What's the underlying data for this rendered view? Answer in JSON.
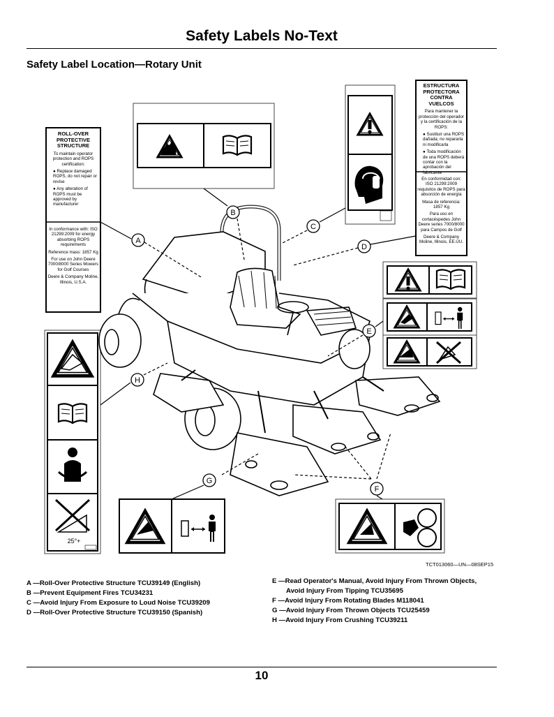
{
  "page": {
    "title": "Safety Labels No-Text",
    "subtitle": "Safety Label Location—Rotary Unit",
    "page_number": "10",
    "figure_id": "TCT013060—UN—08SEP15"
  },
  "callouts": [
    "A",
    "B",
    "C",
    "D",
    "E",
    "F",
    "G",
    "H"
  ],
  "label_a": {
    "title": "ROLL-OVER PROTECTIVE STRUCTURE",
    "intro": "To maintain operator protection and ROPS certification:",
    "bullet1": "● Replace damaged ROPS, do not repair or revise",
    "bullet2": "● Any alteration of ROPS must be approved by manufacturer",
    "conformance": "In conformance with: ISO 21299:2009 for energy absorbing ROPS requirements",
    "mass": "Reference mass: 1857 Kg",
    "use": "For use on John Deere 7000/8000 Series Mowers for Golf Courses",
    "company": "Deere & Company Moline, Illinois, U.S.A."
  },
  "label_d": {
    "title": "ESTRUCTURA PROTECTORA CONTRA VUELCOS",
    "intro": "Para mantener la protección del operador y la certificación de la ROPS:",
    "bullet1": "● Sustituir una ROPS dañada; no repararla ni modificarla",
    "bullet2": "● Toda modificación de una ROPS deberá contar con la aprobación del fabricante",
    "conformance": "En conformidad con: ISO 21299:2009 requisitos de ROPS para absorción de energía",
    "mass": "Masa de referencia: 1857 Kg",
    "use": "Para uso en cortacéspedes John Deere series 7000/8000 para Campos de Golf",
    "company": "Deere & Company Moline, Illinois, EE.UU."
  },
  "label_h_angle": "25°+",
  "legend_left": [
    "A —Roll-Over Protective Structure TCU39149 (English)",
    "B —Prevent Equipment Fires TCU34231",
    "C —Avoid Injury From Exposure to Loud Noise TCU39209",
    "D —Roll-Over Protective Structure TCU39150 (Spanish)"
  ],
  "legend_right": [
    "E —Read Operator's Manual, Avoid Injury From Thrown Objects,",
    "Avoid Injury From Tipping TCU35695",
    "F —Avoid Injury From Rotating Blades M118041",
    "G —Avoid Injury From Thrown Objects TCU25459",
    "H —Avoid Injury From Crushing TCU39211"
  ]
}
